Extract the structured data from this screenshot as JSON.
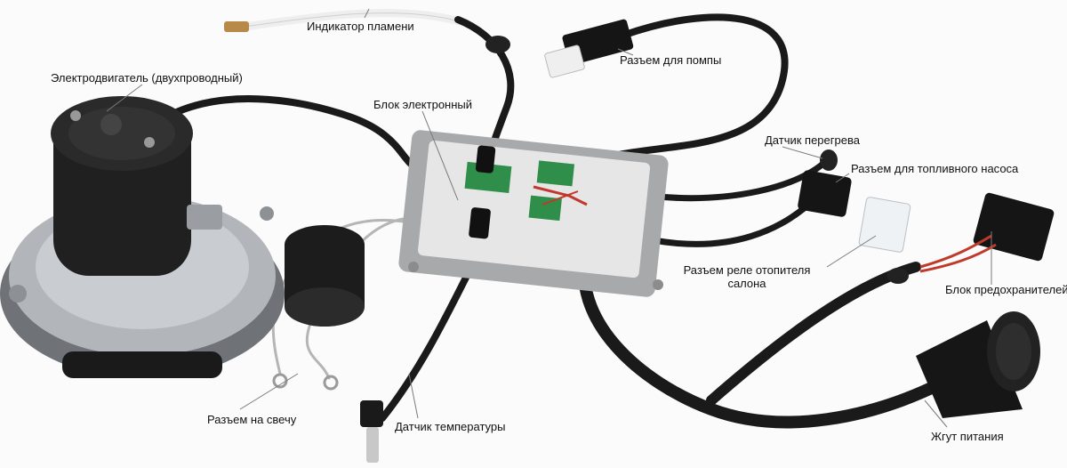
{
  "labels": {
    "flame_indicator": "Индикатор пламени",
    "pump_connector": "Разъем для помпы",
    "motor": "Электродвигатель (двухпроводный)",
    "electronic_unit": "Блок электронный",
    "overheat_sensor": "Датчик перегрева",
    "fuel_pump_connector": "Разъем для топливного насоса",
    "heater_relay_line1": "Разъем реле отопителя",
    "heater_relay_line2": "салона",
    "fuse_block": "Блок предохранителей",
    "glow_plug_connector": "Разъем на свечу",
    "temperature_sensor": "Датчик температуры",
    "power_harness": "Жгут питания"
  },
  "colors": {
    "cable": "#1a1a1a",
    "housing": "#a7a9ab",
    "board": "#e6e6e6",
    "pcb_green": "#2f8f4a",
    "wire_red": "#c0392b",
    "leader": "#7a7a7a"
  }
}
